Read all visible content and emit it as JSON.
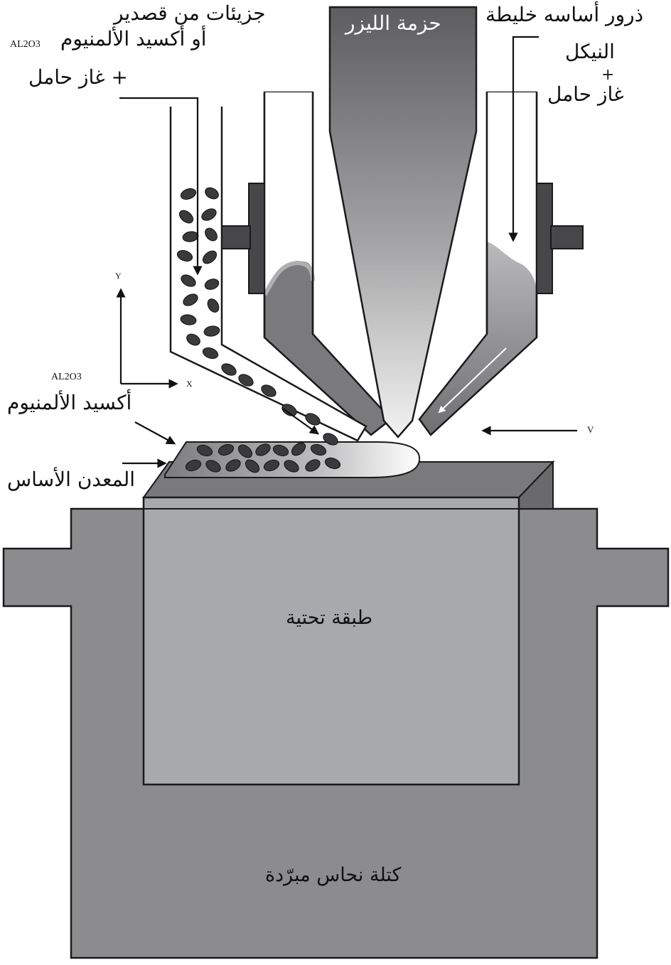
{
  "labels": {
    "powder_line1": "جزيئات من قصدير",
    "powder_line2": "أو أكسيد الألمنيوم",
    "powder_formula": "AL2O3",
    "powder_gas": "+ غاز حامل",
    "laser": "حزمة الليزر",
    "nickel_line1": "ذرور أساسه خليطة",
    "nickel_line2": "النيكل",
    "nickel_plus": "+",
    "nickel_gas": "غاز حامل",
    "axis_y": "Y",
    "axis_x": "X",
    "velocity": "V",
    "alumina_formula": "AL2O3",
    "alumina": "أكسيد الألمنيوم",
    "base_metal": "المعدن الأساس",
    "substrate": "طبقة تحتية",
    "copper_block": "كتلة نحاس مبرّدة"
  },
  "colors": {
    "block": "#8c8c8e",
    "substrate": "#a8a9ac",
    "nozzle_dark": "#7a7a7c",
    "particle": "#3a3a3c",
    "clamp": "#47474a",
    "outline": "#1a1a1a"
  }
}
